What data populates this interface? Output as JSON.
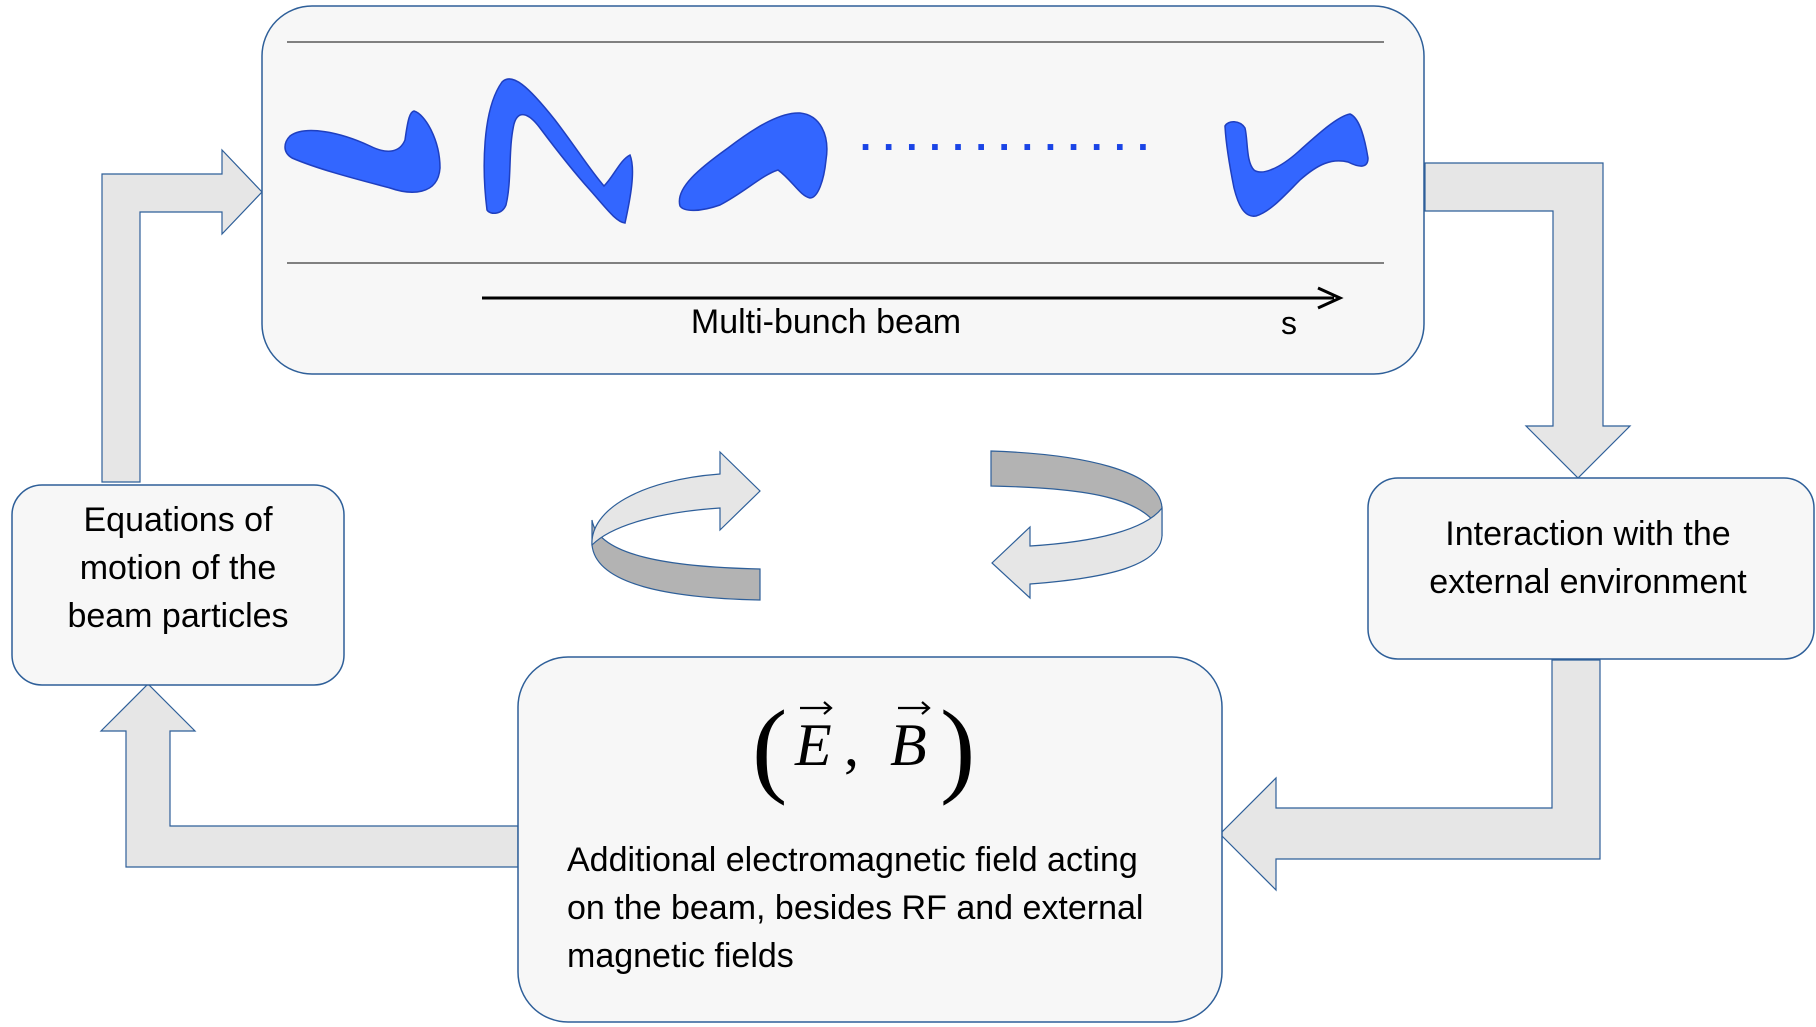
{
  "beam_box": {
    "label": "Multi-bunch beam",
    "axis_label": "s",
    "ellipsis": "............."
  },
  "equations_box": {
    "lines": [
      "Equations of",
      "motion of the",
      "beam particles"
    ]
  },
  "interaction_box": {
    "lines": [
      "Interaction with the",
      "external environment"
    ]
  },
  "field_box": {
    "formula": {
      "left_paren": "(",
      "e": "E",
      "comma": ",",
      "b": "B",
      "right_paren": ")"
    },
    "lines": [
      "Additional electromagnetic field acting",
      "on the beam, besides RF and external",
      "magnetic fields"
    ]
  },
  "colors": {
    "bunch_fill": "#3366ff",
    "bunch_stroke": "#1f3fbf",
    "box_fill": "#f7f7f7",
    "box_stroke": "#2e5f99",
    "arrow_fill": "#e6e6e6",
    "arrow_stroke": "#2e5f99",
    "dark_band": "#b3b3b3",
    "rail": "#808080"
  }
}
